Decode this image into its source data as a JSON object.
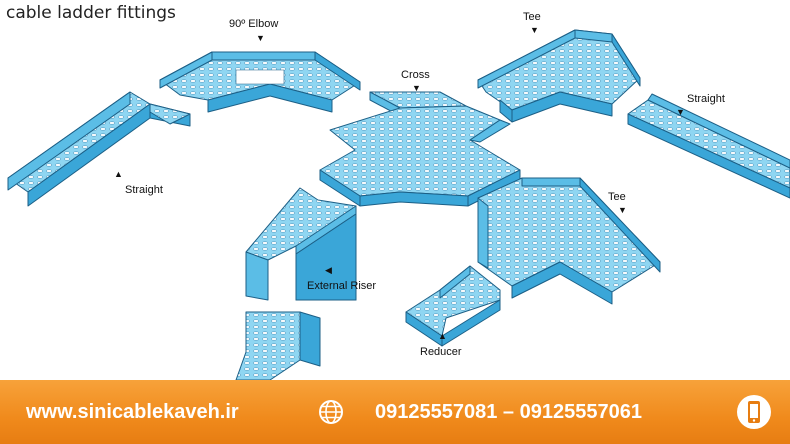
{
  "title": "cable ladder fittings",
  "labels": {
    "elbow": "90º Elbow",
    "tee_top": "Tee",
    "cross": "Cross",
    "straight_right": "Straight",
    "straight_left": "Straight",
    "tee_right": "Tee",
    "external_riser": "External Riser",
    "reducer": "Reducer"
  },
  "footer": {
    "website": "www.sinicablekaveh.ir",
    "phones": "09125557081 – 09125557061",
    "globe_icon": "globe-icon",
    "phone_icon": "mobile-phone-icon"
  },
  "colors": {
    "tray_top": "#7fcfee",
    "tray_side": "#3aa6d8",
    "tray_outline": "#1c5f86",
    "footer_orange": "#f08a1c"
  }
}
